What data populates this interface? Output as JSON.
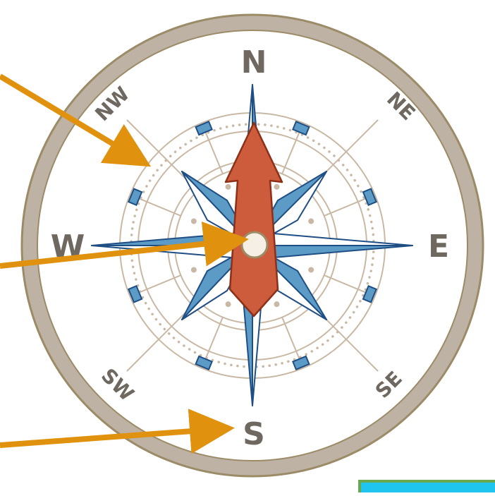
{
  "compass": {
    "cardinals": {
      "north": "N",
      "east": "E",
      "south": "S",
      "west": "W"
    },
    "intercardinals": {
      "northeast": "NE",
      "southeast": "SE",
      "southwest": "SW",
      "northwest": "NW"
    }
  },
  "colors": {
    "ring": "#beb2a5",
    "ring_edge": "#9c8b67",
    "rose_blue": "#5b9bc6",
    "rose_dark_blue": "#1f4e85",
    "needle": "#cd5c3c",
    "needle_edge": "#8c3018",
    "arrows": "#e0920f",
    "label_gray": "#6e6861",
    "hub": "#f5efe6"
  },
  "pointers": [
    "arrow-to-dial-ring",
    "arrow-to-center-pivot",
    "arrow-to-south-label"
  ]
}
